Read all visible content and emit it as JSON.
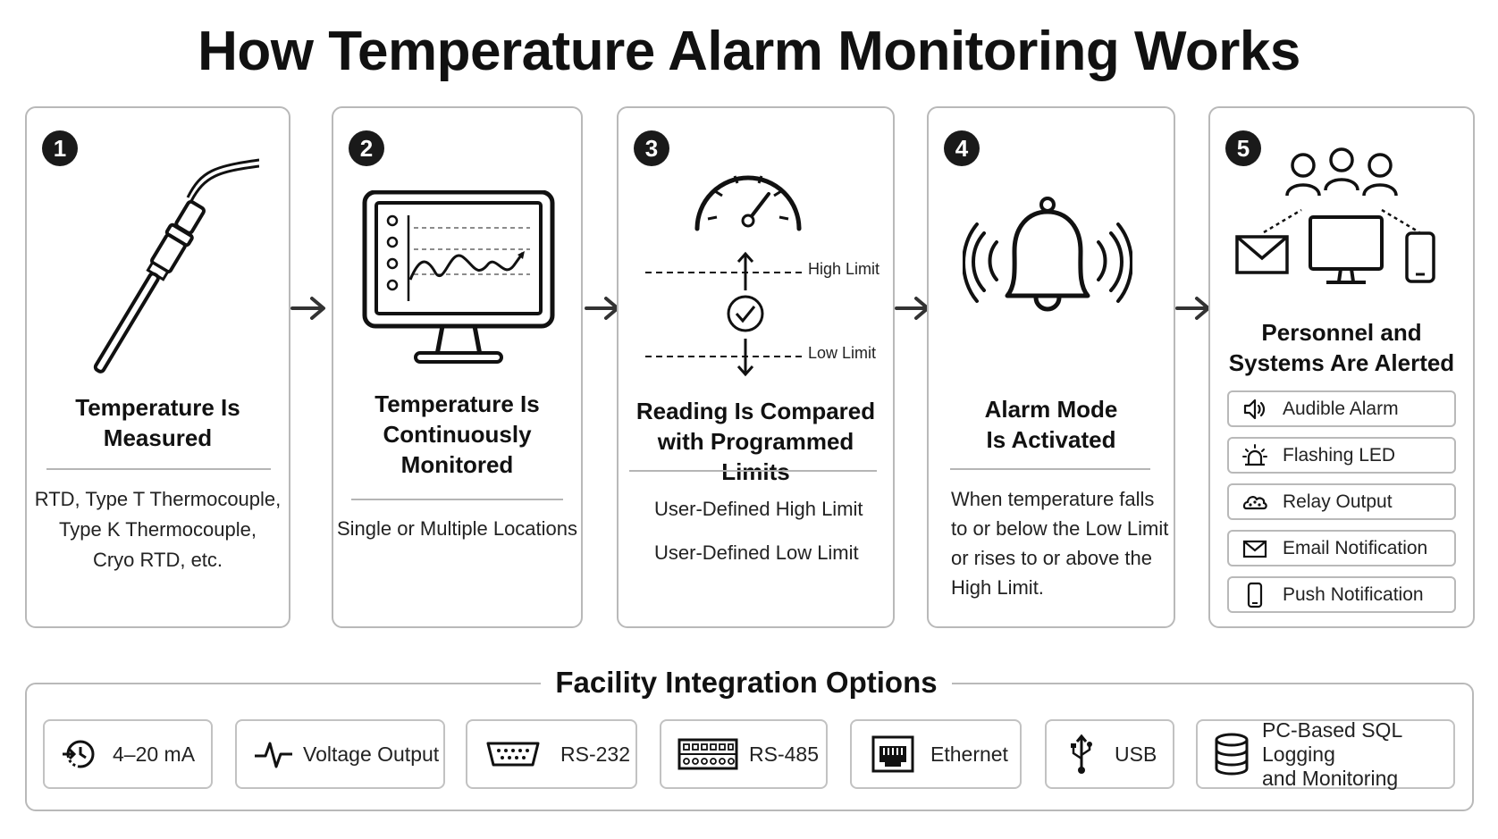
{
  "title": "How Temperature Alarm Monitoring Works",
  "steps": [
    {
      "number": "1",
      "title": "Temperature Is\nMeasured",
      "description": "RTD, Type T Thermocouple,\nType K Thermocouple,\nCryo RTD, etc."
    },
    {
      "number": "2",
      "title": "Temperature Is\nContinuously\nMonitored",
      "description": "Single or Multiple Locations"
    },
    {
      "number": "3",
      "title": "Reading Is Compared\nwith Programmed Limits",
      "high_limit_label": "High Limit",
      "low_limit_label": "Low Limit",
      "limits": [
        "User-Defined High Limit",
        "User-Defined Low Limit"
      ]
    },
    {
      "number": "4",
      "title": "Alarm Mode\nIs Activated",
      "description": "When temperature falls\nto or below the Low Limit\nor rises to or above the\nHigh Limit."
    },
    {
      "number": "5",
      "title": "Personnel and\nSystems Are Alerted",
      "alerts": [
        {
          "label": "Audible Alarm",
          "icon": "speaker-icon"
        },
        {
          "label": "Flashing LED",
          "icon": "flashing-led-icon"
        },
        {
          "label": "Relay Output",
          "icon": "relay-icon"
        },
        {
          "label": "Email Notification",
          "icon": "envelope-icon"
        },
        {
          "label": "Push Notification",
          "icon": "smartphone-icon"
        }
      ]
    }
  ],
  "integration": {
    "title": "Facility Integration Options",
    "options": [
      {
        "label": "4–20 mA",
        "icon": "current-loop-icon"
      },
      {
        "label": "Voltage Output",
        "icon": "waveform-icon"
      },
      {
        "label": "RS-232",
        "icon": "db9-connector-icon"
      },
      {
        "label": "RS-485",
        "icon": "terminal-block-icon"
      },
      {
        "label": "Ethernet",
        "icon": "ethernet-port-icon"
      },
      {
        "label": "USB",
        "icon": "usb-icon"
      },
      {
        "label": "PC-Based SQL Logging\nand Monitoring",
        "icon": "database-icon"
      }
    ]
  },
  "colors": {
    "border": "#b9b9b9",
    "badge": "#1a1a1a",
    "text": "#111111"
  }
}
